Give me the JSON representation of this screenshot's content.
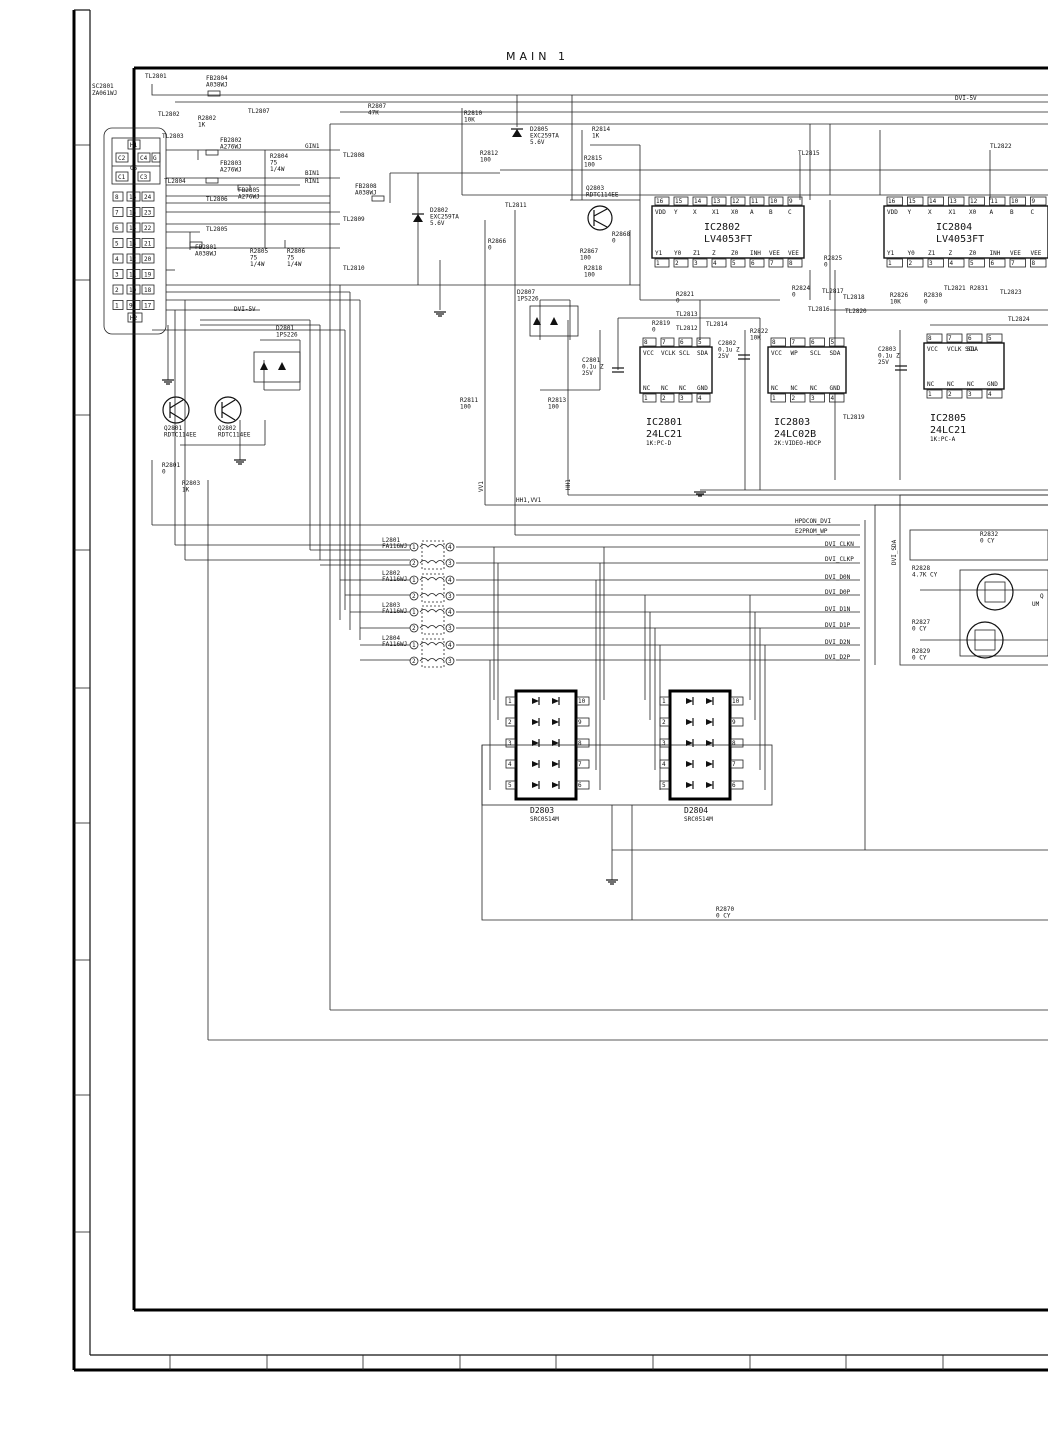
{
  "sheet": {
    "title": "MAIN 1"
  },
  "connector": {
    "ref": "SC2801",
    "part": "ZA061WJ",
    "pins": [
      "C2",
      "C4",
      "C5",
      "C1",
      "C3",
      "8",
      "16",
      "24",
      "7",
      "15",
      "23",
      "6",
      "14",
      "22",
      "5",
      "13",
      "21",
      "4",
      "12",
      "20",
      "3",
      "11",
      "19",
      "2",
      "10",
      "18",
      "1",
      "9",
      "17",
      "H2",
      "H1",
      "G"
    ]
  },
  "testpoints": [
    "TL2801",
    "TL2802",
    "TL2803",
    "TL2804",
    "TL2805",
    "TL2806",
    "TL2807",
    "TL2808",
    "TL2809",
    "TL2810",
    "TL2811",
    "TL2812",
    "TL2813",
    "TL2814",
    "TL2815",
    "TL2816",
    "TL2817",
    "TL2818",
    "TL2819",
    "TL2820",
    "TL2821",
    "TL2822",
    "TL2823",
    "TL2824"
  ],
  "resistors": [
    {
      "ref": "R2802",
      "value": "1K"
    },
    {
      "ref": "R2804",
      "value": "75",
      "rating": "1/4W"
    },
    {
      "ref": "R2805",
      "value": "75",
      "rating": "1/4W"
    },
    {
      "ref": "R2806",
      "value": "75",
      "rating": "1/4W"
    },
    {
      "ref": "R2807",
      "value": "47K"
    },
    {
      "ref": "R2810",
      "value": "10K"
    },
    {
      "ref": "R2812",
      "value": "100"
    },
    {
      "ref": "R2814",
      "value": "1K"
    },
    {
      "ref": "R2815",
      "value": "100"
    },
    {
      "ref": "R2866",
      "value": "0"
    },
    {
      "ref": "R2867",
      "value": "100"
    },
    {
      "ref": "R2818",
      "value": "100"
    },
    {
      "ref": "R2868",
      "value": "0"
    },
    {
      "ref": "R2825",
      "value": "0"
    },
    {
      "ref": "R2821",
      "value": "0"
    },
    {
      "ref": "R2824",
      "value": "0"
    },
    {
      "ref": "R2826",
      "value": "10K"
    },
    {
      "ref": "R2830",
      "value": "0"
    },
    {
      "ref": "R2831",
      "value": ""
    },
    {
      "ref": "R2819",
      "value": "0"
    },
    {
      "ref": "R2822",
      "value": "10K"
    },
    {
      "ref": "R2811",
      "value": "100"
    },
    {
      "ref": "R2813",
      "value": "100"
    },
    {
      "ref": "R2801",
      "value": "0"
    },
    {
      "ref": "R2803",
      "value": "1K"
    },
    {
      "ref": "R2832",
      "value": "0",
      "tag": "CY"
    },
    {
      "ref": "R2828",
      "value": "4.7K",
      "tag": "CY"
    },
    {
      "ref": "R2827",
      "value": "0",
      "tag": "CY"
    },
    {
      "ref": "R2829",
      "value": "0",
      "tag": "CY"
    },
    {
      "ref": "R2870",
      "value": "0",
      "tag": "CY"
    }
  ],
  "ferrites": [
    {
      "ref": "FB2804",
      "part": "A038WJ"
    },
    {
      "ref": "FB2802",
      "part": "A276WJ"
    },
    {
      "ref": "FB2803",
      "part": "A276WJ"
    },
    {
      "ref": "FB2805",
      "part": "A276WJ"
    },
    {
      "ref": "FB2801",
      "part": "A038WJ"
    },
    {
      "ref": "FB2808",
      "part": "A038WJ"
    }
  ],
  "diodes": [
    {
      "ref": "D2805",
      "part": "EXC259TA",
      "value": "5.6V"
    },
    {
      "ref": "D2802",
      "part": "EXC259TA",
      "value": "5.6V"
    },
    {
      "ref": "D2807",
      "part": "1PS226"
    },
    {
      "ref": "D2801",
      "part": "1PS226"
    }
  ],
  "transistors": [
    {
      "ref": "Q2803",
      "part": "RDTC114EE"
    },
    {
      "ref": "Q2801",
      "part": "RDTC114EE"
    },
    {
      "ref": "Q2802",
      "part": "RDTC114EE"
    }
  ],
  "capacitors": [
    {
      "ref": "C2801",
      "value": "0.1u Z",
      "voltage": "25V"
    },
    {
      "ref": "C2802",
      "value": "0.1u Z",
      "voltage": "25V"
    },
    {
      "ref": "C2803",
      "value": "0.1u Z",
      "voltage": "25V"
    }
  ],
  "ics": [
    {
      "ref": "IC2802",
      "part": "LV4053FT",
      "top_pins": [
        "16",
        "15",
        "14",
        "13",
        "12",
        "11",
        "10",
        "9"
      ],
      "top_labels": [
        "VDD",
        "Y",
        "X",
        "X1",
        "X0",
        "A",
        "B",
        "C"
      ],
      "bottom_labels": [
        "Y1",
        "Y0",
        "Z1",
        "Z",
        "Z0",
        "INH",
        "VEE",
        "VEE"
      ],
      "bottom_pins": [
        "1",
        "2",
        "3",
        "4",
        "5",
        "6",
        "7",
        "8"
      ]
    },
    {
      "ref": "IC2804",
      "part": "LV4053FT",
      "top_pins": [
        "16",
        "15",
        "14",
        "13",
        "12",
        "11",
        "10",
        "9"
      ],
      "top_labels": [
        "VDD",
        "Y",
        "X",
        "X1",
        "X0",
        "A",
        "B",
        "C"
      ],
      "bottom_labels": [
        "Y1",
        "Y0",
        "Z1",
        "Z",
        "Z0",
        "INH",
        "VEE",
        "VEE"
      ],
      "bottom_pins": [
        "1",
        "2",
        "3",
        "4",
        "5",
        "6",
        "7",
        "8"
      ]
    },
    {
      "ref": "IC2801",
      "part": "24LC21",
      "note": "1K:PC-D",
      "top_pins": [
        "8",
        "7",
        "6",
        "5"
      ],
      "top_labels": [
        "VCC",
        "VCLK",
        "SCL",
        "SDA"
      ],
      "bottom_labels": [
        "NC",
        "NC",
        "NC",
        "GND"
      ],
      "bottom_pins": [
        "1",
        "2",
        "3",
        "4"
      ]
    },
    {
      "ref": "IC2803",
      "part": "24LC02B",
      "note": "2K:VIDEO-HDCP",
      "top_pins": [
        "8",
        "7",
        "6",
        "5"
      ],
      "top_labels": [
        "VCC",
        "WP",
        "SCL",
        "SDA"
      ],
      "bottom_labels": [
        "NC",
        "NC",
        "NC",
        "GND"
      ],
      "bottom_pins": [
        "1",
        "2",
        "3",
        "4"
      ]
    },
    {
      "ref": "IC2805",
      "part": "24LC21",
      "note": "1K:PC-A",
      "top_pins": [
        "8",
        "7",
        "6",
        "5"
      ],
      "top_labels": [
        "VCC",
        "VCLK SCL",
        "SDA",
        ""
      ],
      "bottom_labels": [
        "NC",
        "NC",
        "NC",
        "GND"
      ],
      "bottom_pins": [
        "1",
        "2",
        "3",
        "4"
      ]
    }
  ],
  "filters": [
    {
      "ref": "L2801",
      "part": "FA116WJ"
    },
    {
      "ref": "L2802",
      "part": "FA116WJ"
    },
    {
      "ref": "L2803",
      "part": "FA116WJ"
    },
    {
      "ref": "L2804",
      "part": "FA116WJ"
    }
  ],
  "esd_arrays": [
    {
      "ref": "D2803",
      "part": "SRC0514M",
      "pins_left": [
        "1",
        "2",
        "3",
        "4",
        "5"
      ],
      "pins_right": [
        "10",
        "9",
        "8",
        "7",
        "6"
      ]
    },
    {
      "ref": "D2804",
      "part": "SRC0514M",
      "pins_left": [
        "1",
        "2",
        "3",
        "4",
        "5"
      ],
      "pins_right": [
        "10",
        "9",
        "8",
        "7",
        "6"
      ]
    }
  ],
  "nets": {
    "dvi5v_top": "DVI-5V",
    "dvi5v_left": "DVI-5V",
    "gin": "GIN1",
    "bin": "BIN1",
    "rin": "RIN1",
    "hpdcon": "HPDCON_DVI",
    "e2prom": "E2PROM_WP",
    "dvi_clkn": "DVI_CLKN",
    "dvi_clkp": "DVI_CLKP",
    "dvi_d0n": "DVI_D0N",
    "dvi_d0p": "DVI_D0P",
    "dvi_d1n": "DVI_D1N",
    "dvi_d1p": "DVI_D1P",
    "dvi_d2n": "DVI_D2N",
    "dvi_d2p": "DVI_D2P",
    "dvi_sda": "DVI_SDA",
    "vv1": "VV1",
    "hh1": "HH1",
    "hh1vv1": "HH1,VV1"
  },
  "misc": {
    "tr_q_label": "Q",
    "tr_um_label": "UM"
  }
}
